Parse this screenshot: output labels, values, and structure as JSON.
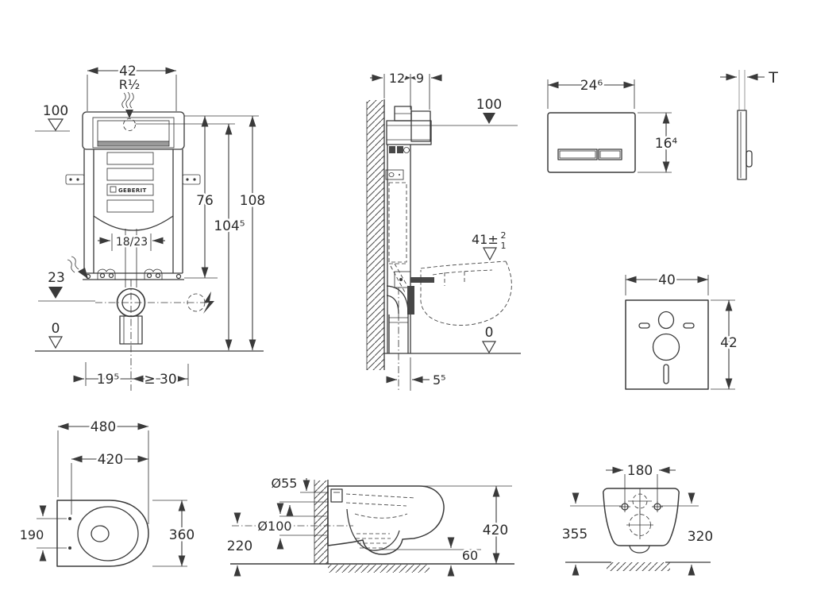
{
  "drawing": {
    "background": "#ffffff",
    "line_color": "#3a3a3a",
    "text_color": "#2b2b2b",
    "views": {
      "cistern_front": {
        "width": "42",
        "supply_thread": "R½",
        "level_mark": "100",
        "height_tank": "76",
        "height_flush_conn": "104⁵",
        "height_frame": "108",
        "outlet_sizes": "18/23",
        "outlet_height": "23",
        "floor_level": "0",
        "outlet_offset": "19⁵",
        "side_clearance": "≥ 30",
        "brand": "GEBERIT"
      },
      "installation_side": {
        "depth_frame": "12",
        "depth_box": "9",
        "level_mark": "100",
        "rim_height": "41±",
        "rim_tol_plus": "2",
        "rim_tol_minus": "1",
        "floor_level": "0",
        "outlet_offset": "5⁵"
      },
      "flush_plate_front": {
        "width": "24⁶",
        "height": "16⁴"
      },
      "flush_plate_side": {
        "thickness": "T"
      },
      "sound_mat": {
        "width": "40",
        "height": "42"
      },
      "pan_top": {
        "length": "480",
        "length_inner": "420",
        "hole_spacing": "190",
        "width": "360"
      },
      "pan_side": {
        "flush_pipe": "Ø55",
        "waste_pipe": "Ø100",
        "waste_height": "220",
        "height": "420",
        "floor_gap": "60"
      },
      "pan_back": {
        "hole_spacing": "180",
        "height_left": "355",
        "height_right": "320"
      }
    }
  }
}
